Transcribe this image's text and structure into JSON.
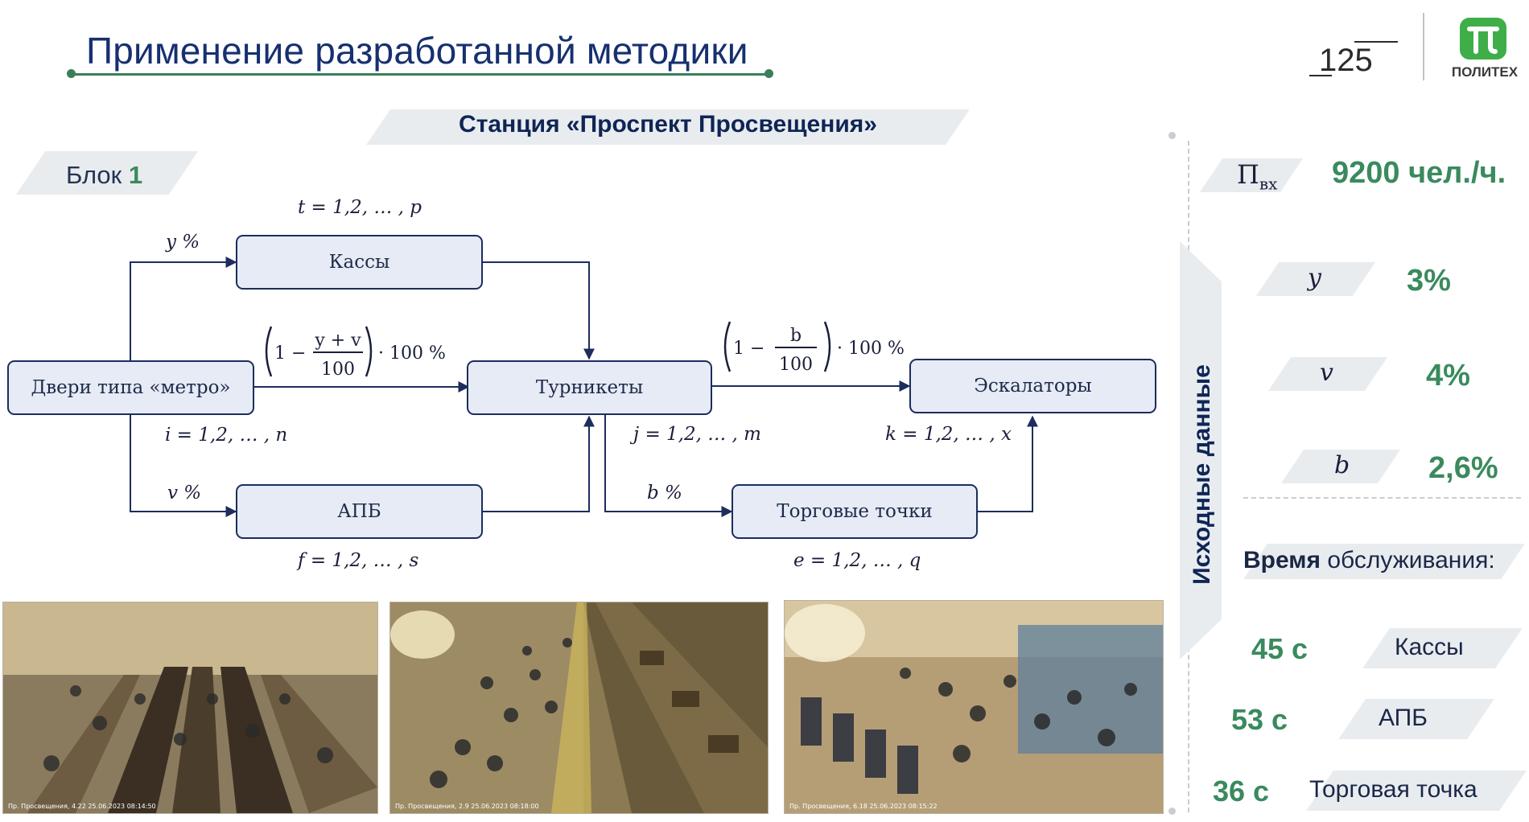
{
  "header": {
    "title": "Применение разработанной методики",
    "logo_125": "125",
    "logo_name": "ПОЛИТЕХ"
  },
  "station": "Станция «Проспект Просвещения»",
  "block": {
    "label": "Блок",
    "number": "1"
  },
  "diagram": {
    "nodes": {
      "doors": "Двери типа «метро»",
      "kassy": "Кассы",
      "turnstiles": "Турникеты",
      "apb": "АПБ",
      "escalators": "Эскалаторы",
      "shops": "Торговые точки"
    },
    "labels": {
      "t_range": "t = 1,2, … , p",
      "y_pct": "y %",
      "v_pct": "v %",
      "b_pct": "b %",
      "i_range": "i = 1,2, … , n",
      "j_range": "j = 1,2, … , m",
      "k_range": "k = 1,2, … , x",
      "f_range": "f = 1,2, … , s",
      "e_range": "e = 1,2, … , q",
      "formula1_one": "1 −",
      "formula1_num": "y + v",
      "formula1_den": "100",
      "formula1_tail": "· 100 %",
      "formula2_one": "1 −",
      "formula2_num": "b",
      "formula2_den": "100",
      "formula2_tail": "· 100 %"
    }
  },
  "photos": {
    "cam1": "Пр. Просвещения, 4.22 25.06.2023 08:14:50",
    "cam2": "Пр. Просвещения, 2.9 25.06.2023 08:18:00",
    "cam3": "Пр. Просвещения, 6.18 25.06.2023 08:15:22"
  },
  "side": {
    "vertical_title": "Исходные данные",
    "p_symbol": "П",
    "p_sub": "вх",
    "p_value": "9200 чел./ч.",
    "params": [
      {
        "name": "y",
        "value": "3%"
      },
      {
        "name": "v",
        "value": "4%"
      },
      {
        "name": "b",
        "value": "2,6%"
      }
    ],
    "service_title_bold": "Время",
    "service_title_rest": " обслуживания:",
    "service": [
      {
        "value": "45 с",
        "label": "Кассы"
      },
      {
        "value": "53 с",
        "label": "АПБ"
      },
      {
        "value": "36 с",
        "label": "Торговая точка"
      }
    ]
  },
  "colors": {
    "navy": "#163070",
    "green": "#3a8a5e",
    "node_fill": "#e6ebf6",
    "node_border": "#1c2d5e"
  }
}
